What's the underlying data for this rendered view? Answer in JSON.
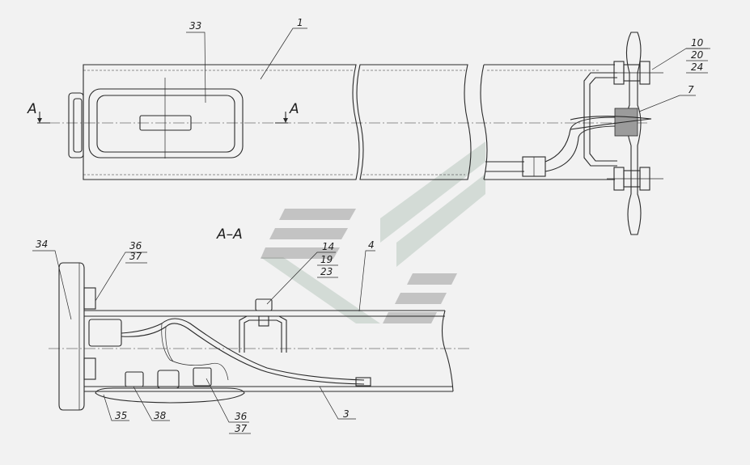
{
  "drawing": {
    "section_title": "A–A",
    "cut_letter_left": "A",
    "cut_letter_right": "A"
  },
  "callouts": {
    "c1": "1",
    "c33": "33",
    "c10": "10",
    "c20": "20",
    "c24": "24",
    "c7": "7",
    "c34": "34",
    "c36a": "36",
    "c37a": "37",
    "c14": "14",
    "c19": "19",
    "c23": "23",
    "c4": "4",
    "c35": "35",
    "c38": "38",
    "c36b": "36",
    "c37b": "37",
    "c3": "3"
  },
  "colors": {
    "line": "#2a2a2a",
    "paper": "#f2f2f2",
    "watermark_gray": "#8a8a8a",
    "watermark_green": "#b9c9bf"
  }
}
